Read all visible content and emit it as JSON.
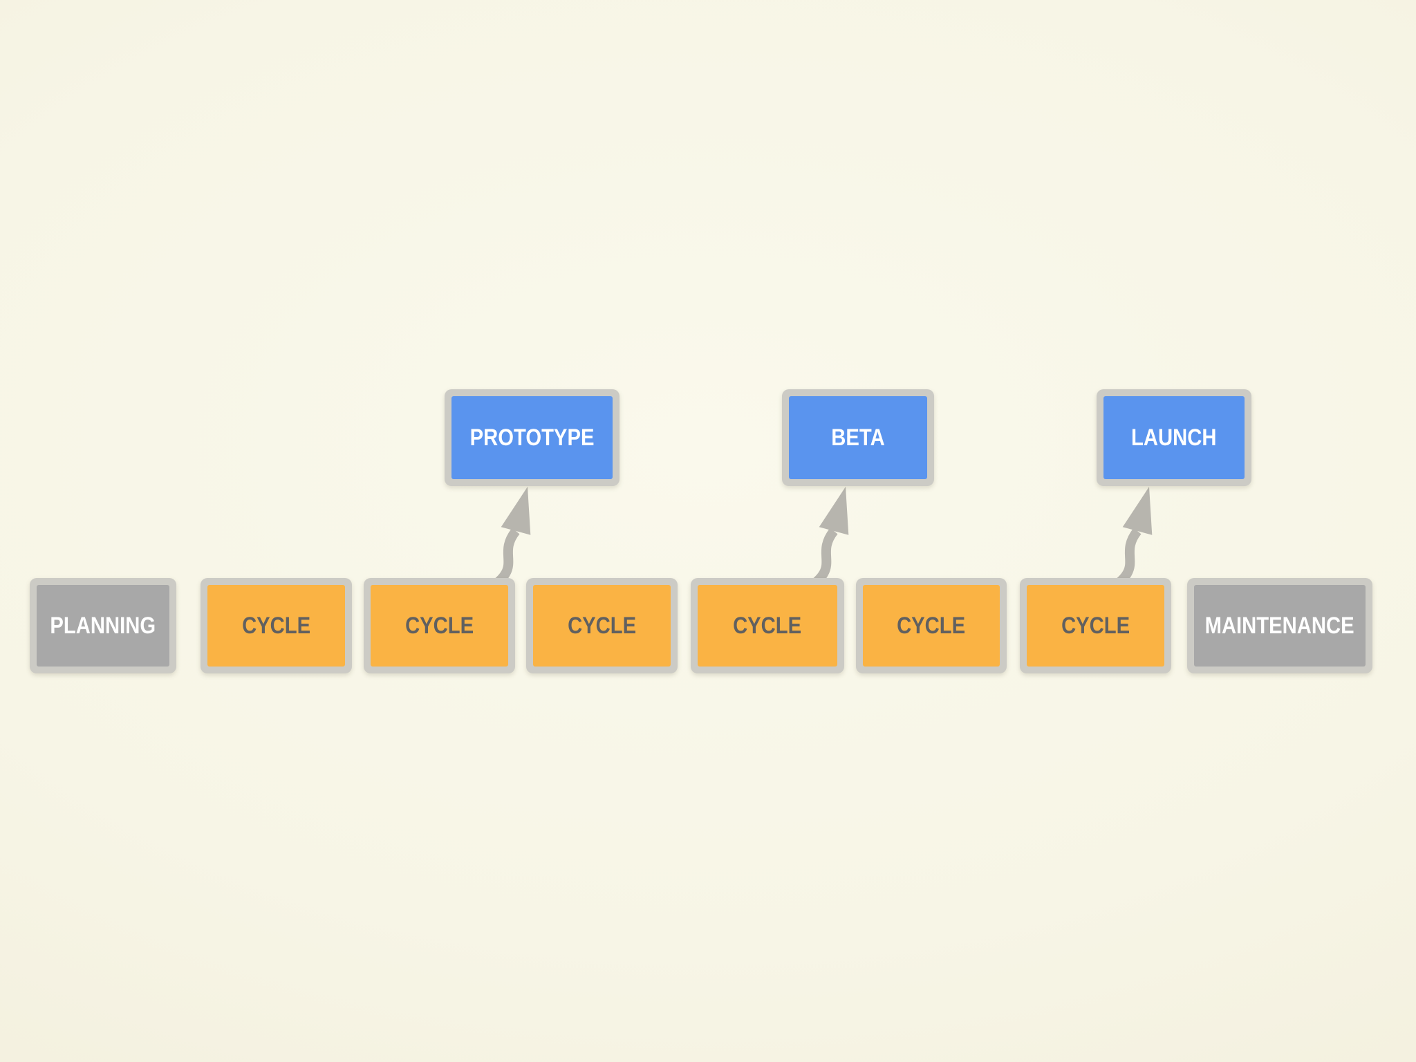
{
  "slide": {
    "timeline": [
      {
        "id": "planning",
        "label": "PLANNING",
        "kind": "phase"
      },
      {
        "id": "cycle-1",
        "label": "CYCLE",
        "kind": "cycle"
      },
      {
        "id": "cycle-2",
        "label": "CYCLE",
        "kind": "cycle"
      },
      {
        "id": "cycle-3",
        "label": "CYCLE",
        "kind": "cycle"
      },
      {
        "id": "cycle-4",
        "label": "CYCLE",
        "kind": "cycle"
      },
      {
        "id": "cycle-5",
        "label": "CYCLE",
        "kind": "cycle"
      },
      {
        "id": "cycle-6",
        "label": "CYCLE",
        "kind": "cycle"
      },
      {
        "id": "maintenance",
        "label": "MAINTENANCE",
        "kind": "phase"
      }
    ],
    "milestones": [
      {
        "id": "prototype",
        "label": "PROTOTYPE",
        "source": "cycle-2"
      },
      {
        "id": "beta",
        "label": "BETA",
        "source": "cycle-4"
      },
      {
        "id": "launch",
        "label": "LAUNCH",
        "source": "cycle-6"
      }
    ],
    "colors": {
      "phase_fill": "#a8a8a8",
      "cycle_fill": "#fab344",
      "milestone_fill": "#5a94ee",
      "frame": "#cccbc5",
      "arrow": "#b7b5ae",
      "phase_text": "#ffffff",
      "cycle_text": "#606060",
      "milestone_text": "#ffffff"
    }
  }
}
